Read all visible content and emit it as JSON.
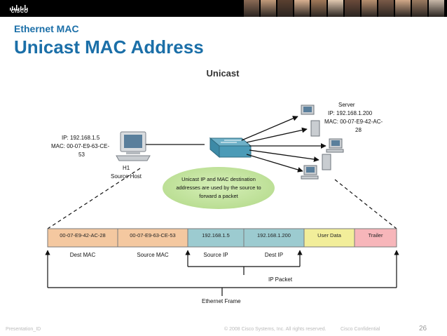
{
  "header": {
    "logo_text": "CISCO",
    "photo_colors": [
      "#8a6a55",
      "#c19a7a",
      "#5a4030",
      "#d8b090",
      "#a07858",
      "#e0c8b0",
      "#6a4a3a",
      "#b89070",
      "#7a5a48",
      "#d0a888",
      "#9a7a60",
      "#c8b8a8"
    ]
  },
  "slide": {
    "subtitle": "Ethernet MAC",
    "title": "Unicast MAC Address"
  },
  "diagram": {
    "heading": "Unicast",
    "host": {
      "ip": "IP: 192.168.1.5",
      "mac_line1": "MAC: 00-07-E9-63-CE-",
      "mac_line2": "53",
      "name": "H1",
      "role": "Source Host"
    },
    "server": {
      "name": "Server",
      "ip": "IP: 192.168.1.200",
      "mac_line1": "MAC: 00-07-E9-42-AC-",
      "mac_line2": "28"
    },
    "bubble": {
      "line1": "Unicast IP and MAC destination",
      "line2": "addresses are used by the source to",
      "line3": "forward a packet",
      "color": "#c9e6a8"
    },
    "frame_fields": [
      {
        "value": "00-07-E9-42-AC-28",
        "label": "Dest MAC",
        "color": "#f4c8a0"
      },
      {
        "value": "00-07-E9-63-CE-53",
        "label": "Source MAC",
        "color": "#f4c8a0"
      },
      {
        "value": "192.168.1.5",
        "label": "Source IP",
        "color": "#9ccbd0"
      },
      {
        "value": "192.168.1.200",
        "label": "Dest IP",
        "color": "#9ccbd0"
      },
      {
        "value": "User Data",
        "label": "",
        "color": "#f2ee9a"
      },
      {
        "value": "Trailer",
        "label": "",
        "color": "#f7b6ba"
      }
    ],
    "ip_packet_label": "IP Packet",
    "ethernet_frame_label": "Ethernet Frame"
  },
  "footer": {
    "presentation_id": "Presentation_ID",
    "copyright": "© 2008 Cisco Systems, Inc. All rights reserved.",
    "confidential": "Cisco Confidential",
    "page_number": "26"
  }
}
